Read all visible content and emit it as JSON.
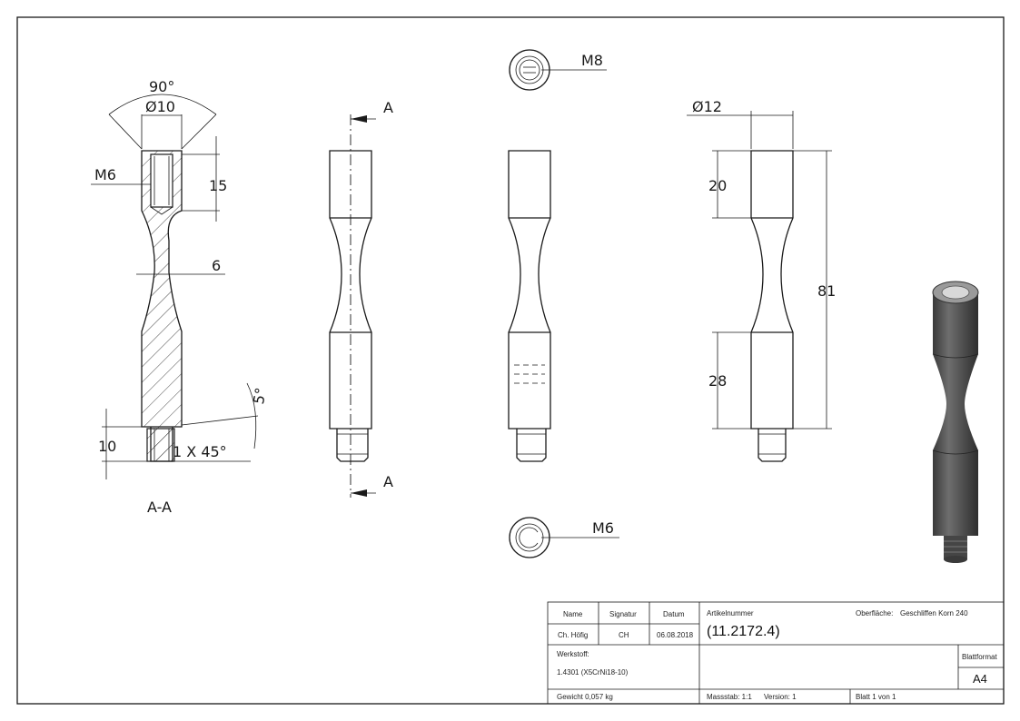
{
  "section_view": {
    "angle_label": "90°",
    "diameter_label": "Ø10",
    "thread_top_label": "M6",
    "depth_label": "15",
    "waist_label": "6",
    "chamfer_angle_label": "5°",
    "pin_length_label": "10",
    "chamfer_label": "1 X 45°",
    "section_title": "A-A"
  },
  "front_view": {
    "section_marker_top": "A",
    "section_marker_bottom": "A"
  },
  "top_detail": {
    "thread_label": "M8"
  },
  "bottom_detail": {
    "thread_label": "M6"
  },
  "side_view": {
    "diameter_label": "Ø12",
    "top_length_label": "20",
    "total_length_label": "81",
    "bottom_length_label": "28"
  },
  "title_block": {
    "header_name": "Name",
    "header_signatur": "Signatur",
    "header_datum": "Datum",
    "name_value": "Ch. Höfig",
    "signatur_value": "CH",
    "datum_value": "06.08.2018",
    "artikel_label": "Artikelnummer",
    "artikel_value": "(11.2172.4)",
    "oberflaeche_label": "Oberfläche:",
    "oberflaeche_value": "Geschliffen Korn 240",
    "werkstoff_label": "Werkstoff:",
    "werkstoff_value": "1.4301 (X5CrNi18-10)",
    "blattformat_label": "Blattformat",
    "blattformat_value": "A4",
    "gewicht": "Gewicht 0,057 kg",
    "massstab": "Massstab: 1:1",
    "version": "Version: 1",
    "blatt": "Blatt 1 von 1"
  },
  "colors": {
    "line": "#1a1a1a",
    "render_body": "#4a4a4a",
    "render_highlight": "#8a8a8a"
  }
}
